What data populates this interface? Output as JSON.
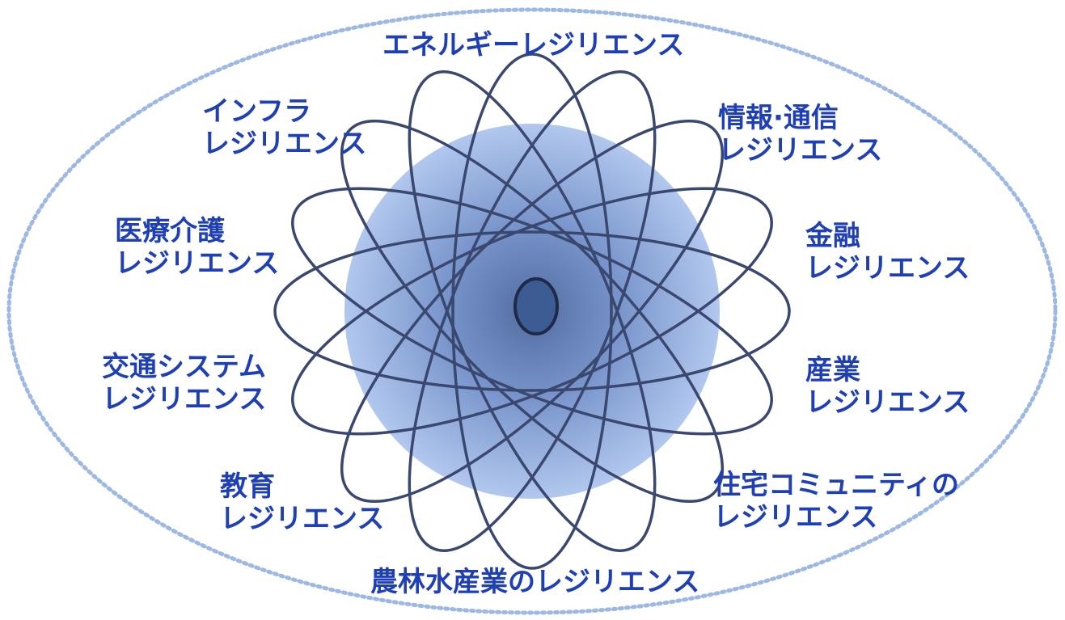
{
  "colors": {
    "label": "#1f3fb5",
    "petal_stroke": "#3a4870",
    "core_fill": "#7f9fd8",
    "boundary_dots": "#9db8e3"
  },
  "labels": {
    "energy": "エネルギーレジリエンス",
    "infra_1": "インフラ",
    "infra_2": "レジリエンス",
    "ict_1": "情報·通信",
    "ict_2": "レジリエンス",
    "medical_1": "医療介護",
    "medical_2": "レジリエンス",
    "finance_1": "金融",
    "finance_2": "レジリエンス",
    "transport_1": "交通システム",
    "transport_2": "レジリエンス",
    "industry_1": "産業",
    "industry_2": "レジリエンス",
    "education_1": "教育",
    "education_2": "レジリエンス",
    "housing_1": "住宅コミュニティの",
    "housing_2": "レジリエンス",
    "agriculture": "農林水産業のレジリエンス"
  }
}
